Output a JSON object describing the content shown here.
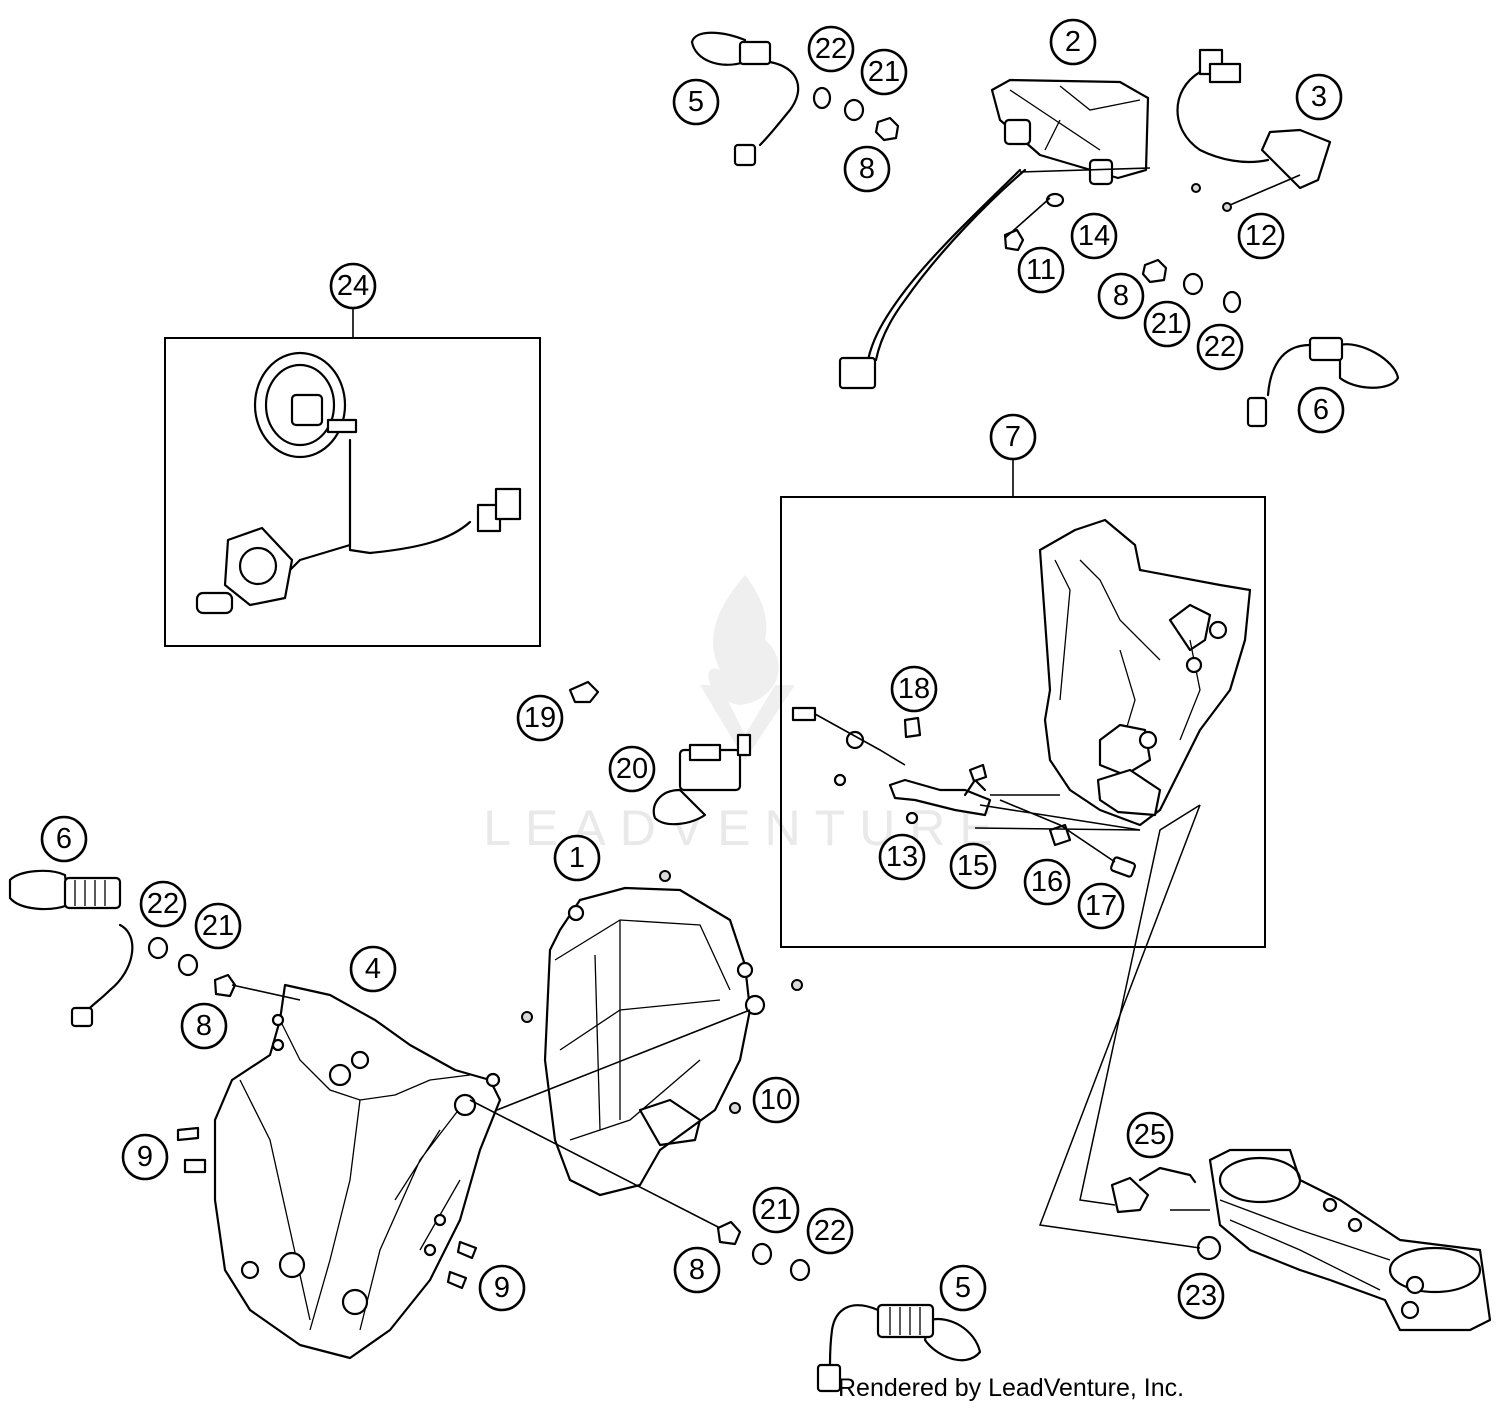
{
  "diagram": {
    "credit": "Rendered by LeadVenture, Inc.",
    "watermark": "LEADVENTURE",
    "callouts": [
      "1",
      "2",
      "3",
      "4",
      "5",
      "5",
      "6",
      "6",
      "7",
      "8",
      "8",
      "8",
      "8",
      "9",
      "9",
      "10",
      "11",
      "12",
      "13",
      "14",
      "15",
      "16",
      "17",
      "18",
      "19",
      "20",
      "21",
      "21",
      "21",
      "21",
      "22",
      "22",
      "22",
      "22",
      "23",
      "24",
      "25"
    ]
  }
}
